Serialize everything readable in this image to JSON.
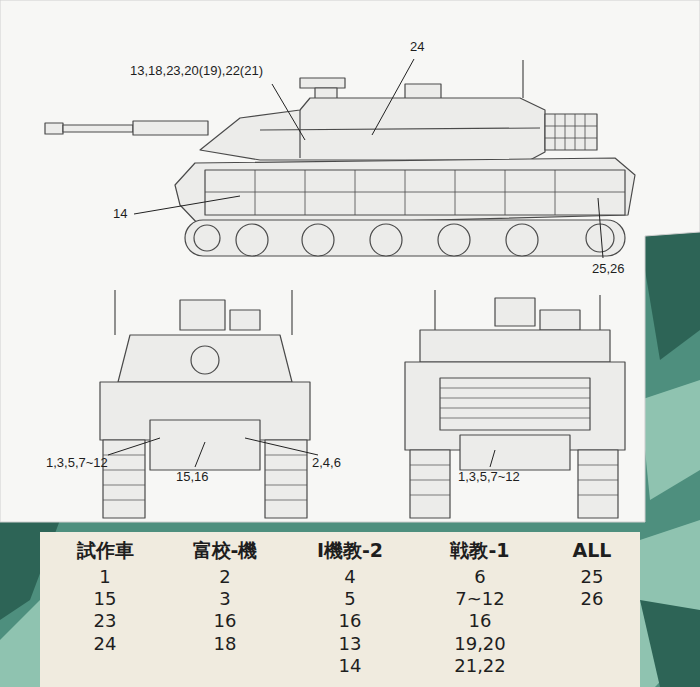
{
  "diagram": {
    "labels": [
      "13,18,23,20(19),22(21)",
      "24",
      "14",
      "25,26",
      "1,3,5,7~12",
      "15,16",
      "2,4,6",
      "1,3,5,7~12",
      "試作車",
      "富校-機",
      "I機教-2",
      "戦教-1",
      "ALL",
      "1",
      "2",
      "4",
      "6",
      "25",
      "15",
      "3",
      "5",
      "7~12",
      "26",
      "23",
      "16",
      "16",
      "16",
      "24",
      "18",
      "13",
      "19,20",
      "14",
      "21,22"
    ]
  }
}
